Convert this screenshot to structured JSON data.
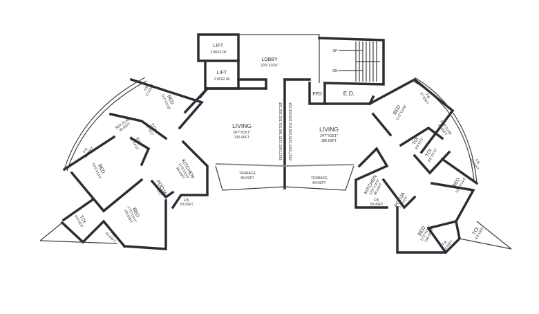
{
  "core": {
    "lift1": {
      "name": "LIFT",
      "size": "2.80X2.00"
    },
    "lift2": {
      "name": "LIFT",
      "size": "2.00X2.00"
    },
    "lobby": {
      "name": "LOBBY",
      "size": "20'0\"X10'4\""
    },
    "stair_up": "UP",
    "stair_dn": "DN",
    "ffd": "FFD",
    "ed": "E.D."
  },
  "flat_numbers": {
    "left": "101,301,501,701,901,1101,1301,1501",
    "right": "102,302,502,702,902,1102,1302,1502"
  },
  "left_unit": {
    "living": {
      "name": "LIVING",
      "size": "24'7\"X15'1\"",
      "area": "316.0SFT"
    },
    "terrace": {
      "name": "TERRACE",
      "area": "84.0SFT"
    },
    "bed1": {
      "name": "BED",
      "size": "11'0\"X10'8\""
    },
    "fb1": {
      "name": "F.B.",
      "area": "27.0SFT"
    },
    "serslab": {
      "name": "SER.SLAB",
      "area": "30.0SFT"
    },
    "toi1": {
      "name": "TOI",
      "size": "9'0\"X5'1\""
    },
    "toi2": {
      "name": "TOI",
      "size": "9'0\"X4'11\""
    },
    "fb2": {
      "name": "F.B.",
      "area": "34.0SFT"
    },
    "bed2": {
      "name": "BED",
      "size": "10'0\"X14'4\""
    },
    "kitchen": {
      "name": "KITCHEN",
      "size": "12'0\"X10'0\"",
      "area": "96.0SFT"
    },
    "pooja": {
      "name": "POOJA",
      "size": "7'4\"X5'3\""
    },
    "fb3": {
      "name": "F.B.",
      "area": "29.0SFT"
    },
    "bed3": {
      "name": "BED",
      "size": "17'0\"X11'0\"",
      "area": "156.0SFT"
    },
    "toi3": {
      "name": "TOI",
      "size": "6'0\"X8'5\""
    },
    "fb4": {
      "name": "F.B.",
      "area": "44.0SFT"
    }
  },
  "right_unit": {
    "living": {
      "name": "LIVING",
      "size": "24'7\"X15'1\"",
      "area": "386.0SFT"
    },
    "terrace": {
      "name": "TERRACE",
      "area": "84.0SFT"
    },
    "bed1": {
      "name": "BED",
      "size": "11'0\"X10'8\""
    },
    "fb1": {
      "name": "F.B.",
      "area": "27.0SFT"
    },
    "serslab": {
      "name": "SER.SLAB",
      "area": "30.0SFT"
    },
    "toi1": {
      "name": "TOI",
      "size": "9'0\"X5'1\""
    },
    "toi2": {
      "name": "TOI",
      "size": "9'0\"X4'11\""
    },
    "fb2": {
      "name": "F.B.",
      "area": "34.0SFT"
    },
    "bed2": {
      "name": "BED",
      "size": "10'0\"X14'4\""
    },
    "kitchen": {
      "name": "KITCHEN",
      "size": "12'0\"X10'0\"",
      "area": "96.0SFT"
    },
    "pooja": {
      "name": "POOJA",
      "size": "7'4\"X5'3\""
    },
    "fb3": {
      "name": "F.B.",
      "area": "29.0SFT"
    },
    "bed3": {
      "name": "BED",
      "size": "17'0\"X11'0\"",
      "area": "156.0SFT"
    },
    "toi3": {
      "name": "TOI",
      "size": "6'0\"X8'5\""
    },
    "fb4": {
      "name": "F.B.",
      "area": "44.0SFT"
    }
  }
}
